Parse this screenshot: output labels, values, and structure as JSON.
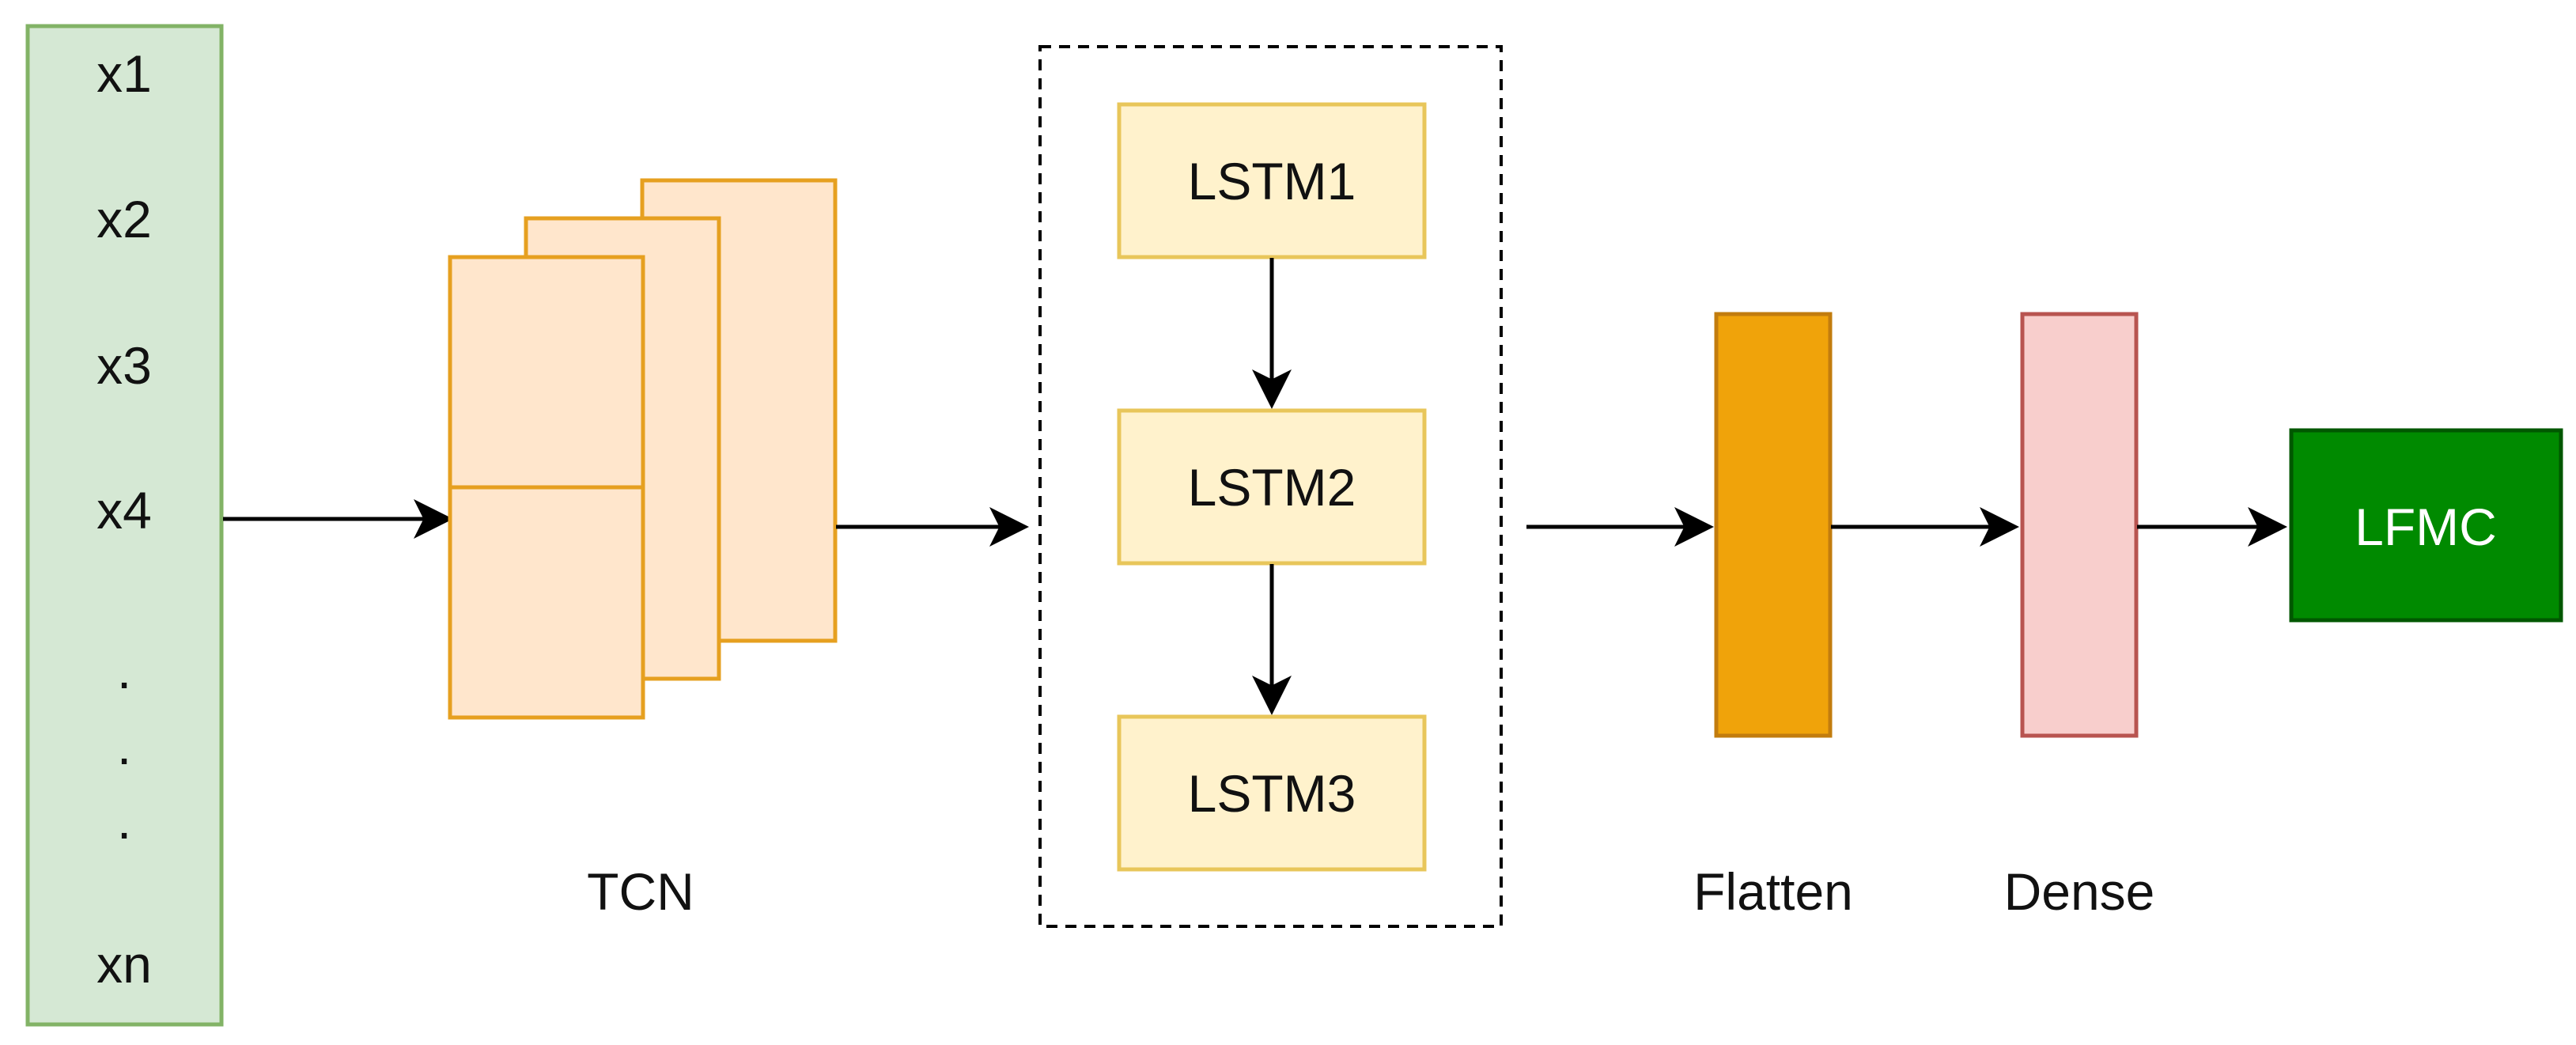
{
  "input": {
    "items": [
      "x1",
      "x2",
      "x3",
      "x4",
      ".",
      ".",
      ".",
      "xn"
    ],
    "fill": "#d5e8d4",
    "stroke": "#82b366"
  },
  "tcn": {
    "label": "TCN",
    "fill": "#ffe6cc",
    "stroke": "#e6a020"
  },
  "lstm": {
    "blocks": [
      "LSTM1",
      "LSTM2",
      "LSTM3"
    ],
    "fill": "#fff2cc",
    "stroke": "#e8c65a",
    "group_border": "dashed"
  },
  "flatten": {
    "label": "Flatten",
    "fill": "#f0a30a",
    "stroke": "#c27c0e"
  },
  "dense": {
    "label": "Dense",
    "fill": "#f8cecc",
    "stroke": "#b85450"
  },
  "output": {
    "label": "LFMC",
    "fill": "#008a00",
    "stroke": "#005700"
  }
}
